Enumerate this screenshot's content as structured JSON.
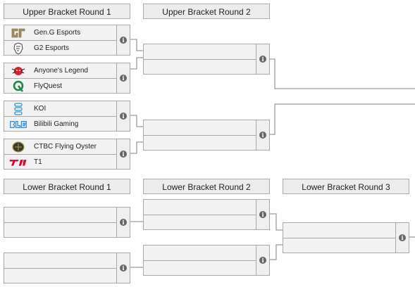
{
  "headers": {
    "ub_r1": "Upper Bracket Round 1",
    "ub_r2": "Upper Bracket Round 2",
    "lb_r1": "Lower Bracket Round 1",
    "lb_r2": "Lower Bracket Round 2",
    "lb_r3": "Lower Bracket Round 3"
  },
  "ub_r1": [
    {
      "team1": {
        "name": "Gen.G Esports",
        "logo": "geng-logo"
      },
      "team2": {
        "name": "G2 Esports",
        "logo": "g2-logo"
      }
    },
    {
      "team1": {
        "name": "Anyone's Legend",
        "logo": "anyones-legend-logo"
      },
      "team2": {
        "name": "FlyQuest",
        "logo": "flyquest-logo"
      }
    },
    {
      "team1": {
        "name": "KOI",
        "logo": "koi-logo"
      },
      "team2": {
        "name": "Bilibili Gaming",
        "logo": "blg-logo"
      }
    },
    {
      "team1": {
        "name": "CTBC Flying Oyster",
        "logo": "cfo-logo"
      },
      "team2": {
        "name": "T1",
        "logo": "t1-logo"
      }
    }
  ],
  "info_icon_glyph": "i",
  "colors": {
    "box_bg": "#f2f2f2",
    "border": "#a8a8a8",
    "line": "#9a9a9a",
    "info_icon": "#666666"
  }
}
